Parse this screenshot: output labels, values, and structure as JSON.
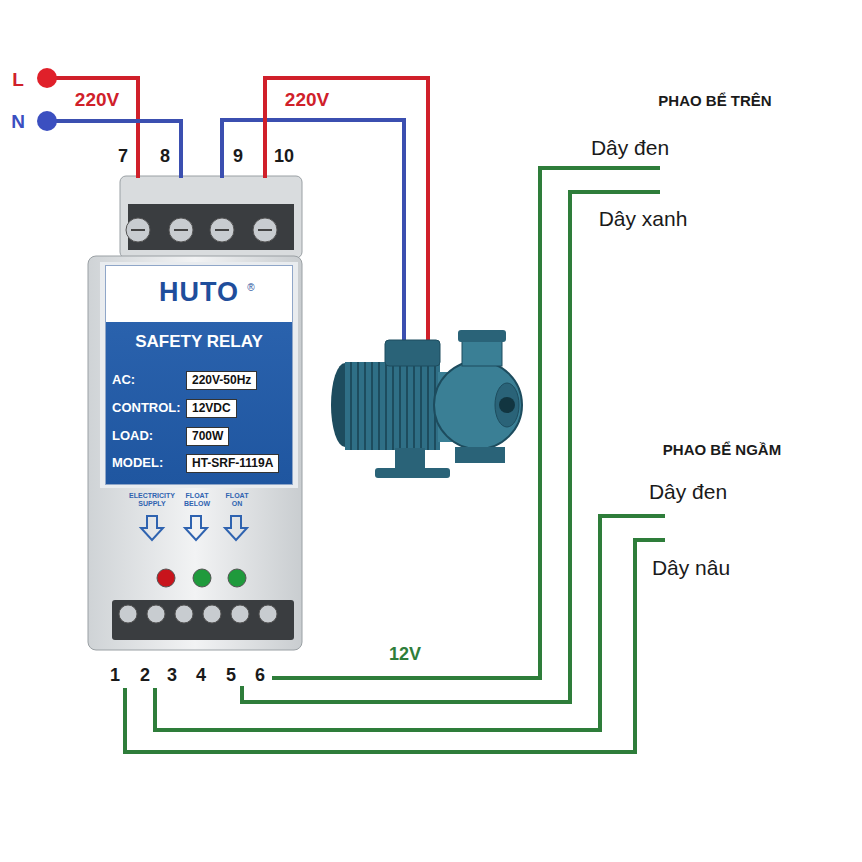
{
  "diagram": {
    "nodes": [
      {
        "text": [
          "HUTO",
          "SAFETY RELAY"
        ]
      },
      {
        "text": [
          "220V-50Hz"
        ],
        "in": 0
      },
      {
        "text": [
          "12VDC"
        ],
        "in": 0
      },
      {
        "text": [
          "700W"
        ],
        "in": 0
      },
      {
        "text": [
          "HT-SRF-1119A"
        ],
        "in": 0
      }
    ],
    "labels": [
      "L",
      "N",
      "220V",
      "220V",
      "7",
      "8",
      "9",
      "10",
      "®",
      "AC:",
      "CONTROL:",
      "LOAD:",
      "MODEL:",
      "ELECTRICITY SUPPLY",
      "FLOAT BELOW",
      "FLOAT ON",
      "1",
      "2",
      "3",
      "4",
      "5",
      "6",
      "12V",
      "PHAO BỂ TRÊN",
      "Dây đen",
      "Dây xanh",
      "PHAO BỂ NGẦM",
      "Dây đen",
      "Dây nâu"
    ]
  }
}
